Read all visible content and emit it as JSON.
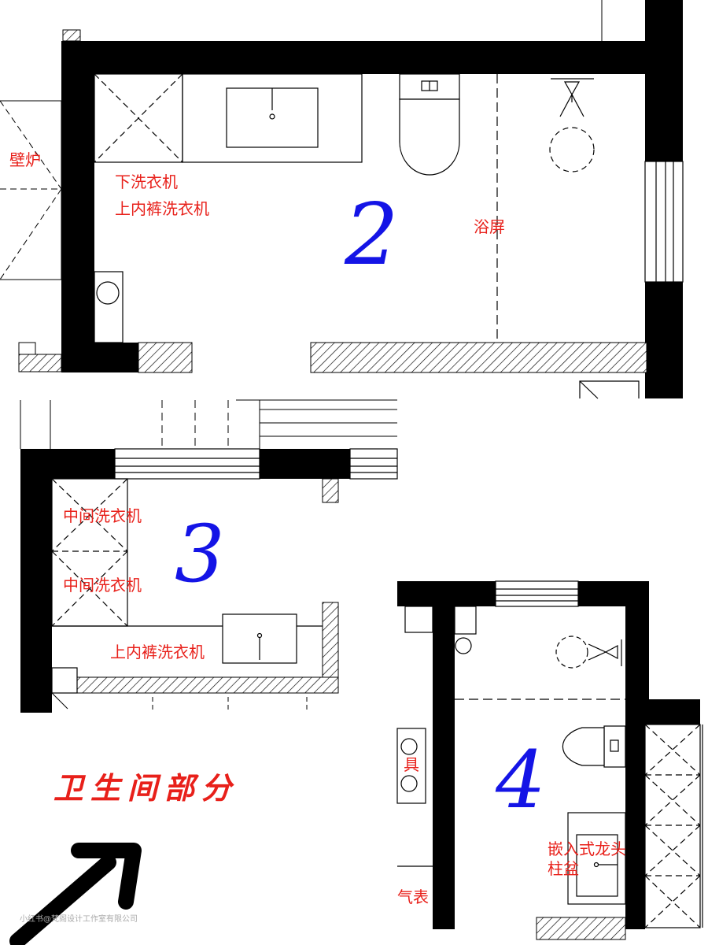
{
  "section_title": "卫生间部分",
  "plans": [
    {
      "number": "2",
      "labels": {
        "fireplace": "壁炉",
        "washer_bottom": "下洗衣机",
        "washer_top": "上内裤洗衣机",
        "shower_screen": "浴屏"
      }
    },
    {
      "number": "3",
      "labels": {
        "washer_middle_1": "中间洗衣机",
        "washer_middle_2": "中间洗衣机",
        "washer_underwear": "上内裤洗衣机"
      }
    },
    {
      "number": "4",
      "labels": {
        "appliance_cut": "具",
        "embedded_faucet": "嵌入式龙头",
        "pedestal_basin": "柱盆",
        "meter_cut": "气表"
      }
    }
  ],
  "watermark": "小红书@梵阁设计工作室有限公司",
  "colors": {
    "wall": "#000000",
    "label": "#e8201a",
    "room_number": "#1414e6"
  },
  "icons": [
    "arrow-up-right-icon"
  ]
}
